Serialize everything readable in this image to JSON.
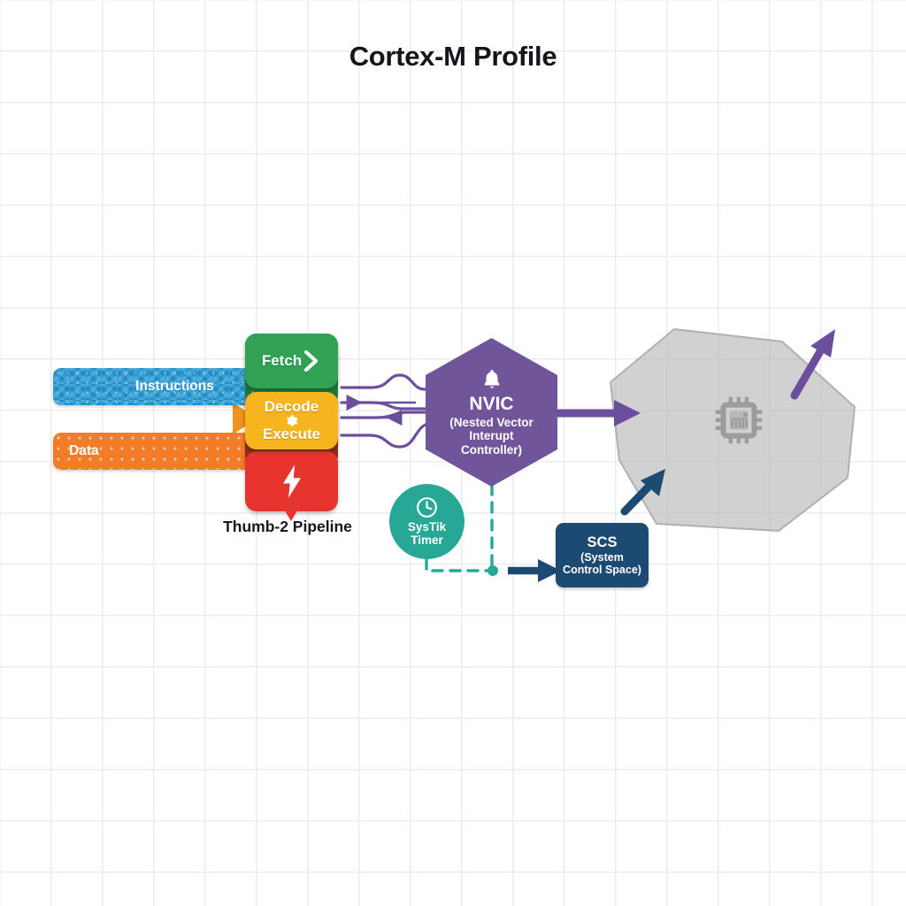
{
  "diagram": {
    "title": "Cortex-M Profile",
    "background": {
      "grid": true,
      "grid_color": "#ececec",
      "page_color": "#ffffff"
    }
  },
  "feeds": [
    {
      "id": "instructions",
      "label": "Instructions",
      "color": "#2f9fd6",
      "pattern": "zigzag-dots",
      "icon": "instruction-bus"
    },
    {
      "id": "data",
      "label": "Data",
      "color": "#f37c28",
      "pattern": "dots",
      "icon": "data-bus"
    }
  ],
  "pipeline": {
    "caption": "Thumb-2 Pipeline",
    "stages": [
      {
        "id": "fetch",
        "label": "Fetch",
        "color": "#31a253",
        "icon": "chevron-right-icon"
      },
      {
        "id": "decode",
        "label": "Decode",
        "color": "#f6b41f",
        "icon": "gear-icon"
      },
      {
        "id": "execute",
        "label": "Execute",
        "color": "#f6b41f",
        "icon": "gear-icon"
      },
      {
        "id": "power",
        "label": "",
        "color": "#e8342f",
        "icon": "lightning-bolt-icon"
      }
    ]
  },
  "nvic": {
    "title": "NVIC",
    "subtitle_line1": "(Nested Vector",
    "subtitle_line2": "Interupt",
    "subtitle_line3": "Controller)",
    "color": "#70559b",
    "icon": "bell-icon",
    "shape": "hexagon"
  },
  "systick": {
    "line1": "SysTik",
    "line2": "Timer",
    "color": "#27a896",
    "icon": "clock-icon",
    "shape": "circle"
  },
  "scs": {
    "title": "SCS",
    "subtitle_line1": "(System",
    "subtitle_line2": "Control Space)",
    "color": "#1c4a73",
    "shape": "rounded-rect"
  },
  "core": {
    "label": "",
    "icon": "microchip-icon",
    "color": "#b7b7b7",
    "shape": "blob"
  },
  "connectors": [
    {
      "id": "feed-to-pipeline",
      "from": "feeds",
      "to": "pipeline",
      "style": "solid-arrow",
      "color": "#f0921f"
    },
    {
      "id": "pipeline-nvic-bundle",
      "from": "pipeline",
      "to": "nvic",
      "style": "braided-bidirectional",
      "color": "#6b4f9e",
      "lines": 4
    },
    {
      "id": "nvic-to-core",
      "from": "nvic",
      "to": "core",
      "style": "thick-arrow",
      "color": "#6b4f9e"
    },
    {
      "id": "core-exit",
      "from": "core",
      "to": "external",
      "style": "thick-arrow",
      "color": "#6b4f9e"
    },
    {
      "id": "nvic-to-junction",
      "from": "nvic",
      "to": "junction",
      "style": "dashed",
      "color": "#27a896"
    },
    {
      "id": "systick-to-junction",
      "from": "systick",
      "to": "junction",
      "style": "dashed",
      "color": "#27a896"
    },
    {
      "id": "junction-to-scs",
      "from": "junction",
      "to": "scs",
      "style": "thick-arrow",
      "color": "#1c4a73"
    },
    {
      "id": "scs-to-core",
      "from": "scs",
      "to": "core",
      "style": "thick-arrow",
      "color": "#1c4a73"
    }
  ]
}
